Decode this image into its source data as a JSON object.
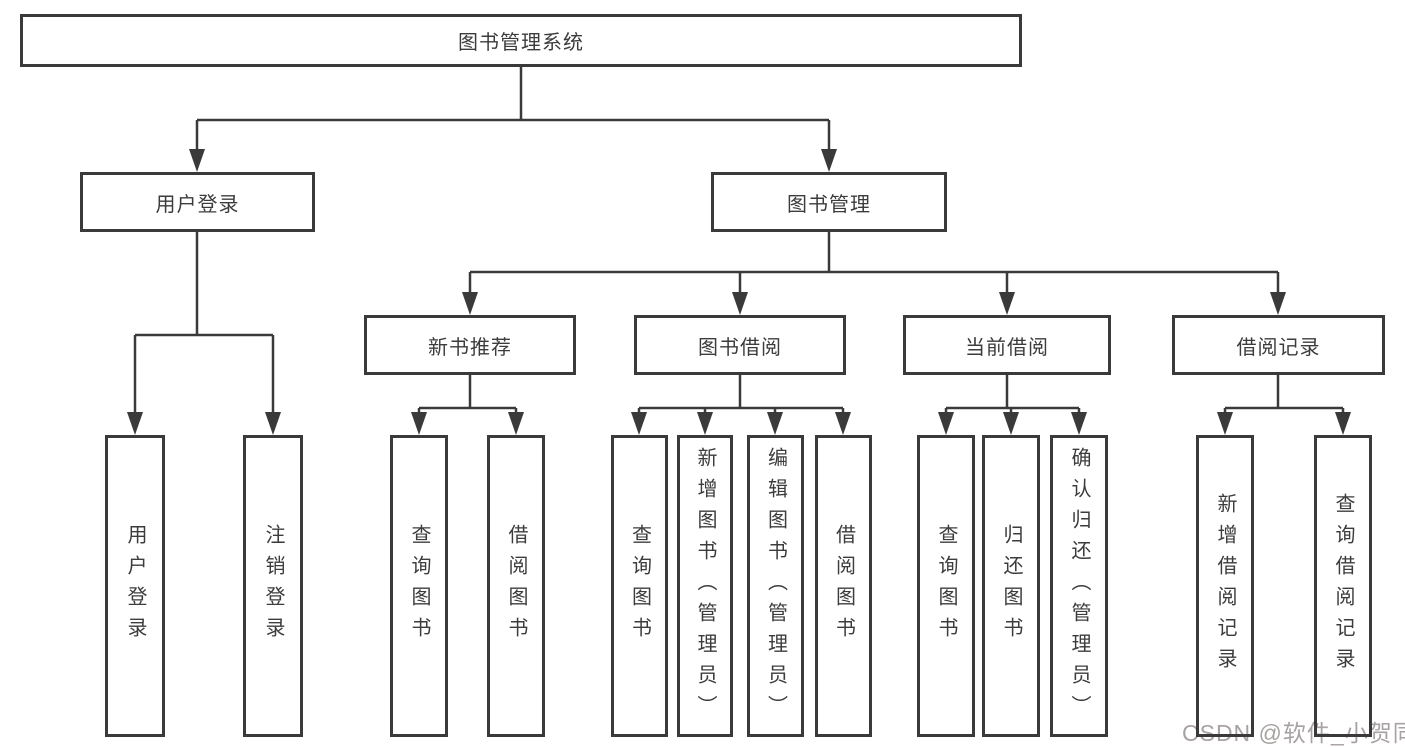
{
  "diagram": {
    "type": "tree",
    "line_color": "#3a3a3a",
    "text_color": "#3c3c3c",
    "background": "#ffffff",
    "root": {
      "label": "图书管理系统"
    },
    "level2": [
      {
        "label": "用户登录"
      },
      {
        "label": "图书管理"
      }
    ],
    "level3": [
      {
        "label": "新书推荐",
        "parent": "图书管理"
      },
      {
        "label": "图书借阅",
        "parent": "图书管理"
      },
      {
        "label": "当前借阅",
        "parent": "图书管理"
      },
      {
        "label": "借阅记录",
        "parent": "图书管理"
      }
    ],
    "leaves": {
      "user_login": [
        {
          "label": "用户登录"
        },
        {
          "label": "注销登录"
        }
      ],
      "new_book": [
        {
          "label": "查询图书"
        },
        {
          "label": "借阅图书"
        }
      ],
      "book_borrow": [
        {
          "label": "查询图书"
        },
        {
          "label": "新增图书（管理员）"
        },
        {
          "label": "编辑图书（管理员）"
        },
        {
          "label": "借阅图书"
        }
      ],
      "current_borrow": [
        {
          "label": "查询图书"
        },
        {
          "label": "归还图书"
        },
        {
          "label": "确认归还（管理员）"
        }
      ],
      "borrow_records": [
        {
          "label": "新增借阅记录"
        },
        {
          "label": "查询借阅记录"
        }
      ]
    }
  },
  "watermark": {
    "text": "CSDN @软件_小贺同学",
    "color": "#a8a2a2"
  }
}
